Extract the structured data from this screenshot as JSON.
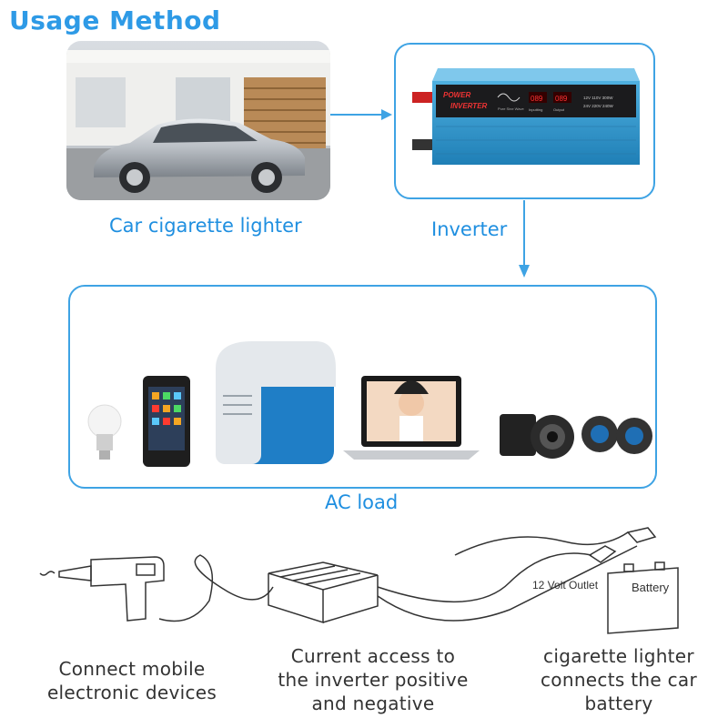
{
  "title": "Usage Method",
  "top": {
    "car_label": "Car cigarette lighter",
    "inverter_label": "Inverter",
    "inverter_panel": {
      "brand_line1": "POWER",
      "brand_line2": "INVERTER",
      "wave_caption": "Pure Sine Wave",
      "input_display": "089",
      "output_display": "089",
      "input_caption": "Inputting",
      "output_caption": "Output",
      "spec_rows": [
        "12V  110V  300W",
        "24V  220V  240W"
      ]
    }
  },
  "ac_load": {
    "label": "AC load",
    "devices": [
      "light-bulb",
      "smartphone",
      "car-fridge",
      "laptop",
      "camera",
      "speakers"
    ]
  },
  "wiring": {
    "battery_label": "Battery",
    "outlet_label": "12 Volt Outlet"
  },
  "captions": {
    "left": [
      "Connect mobile",
      "electronic devices"
    ],
    "middle": [
      "Current access to",
      "the inverter positive",
      "and negative"
    ],
    "right": [
      "cigarette lighter",
      "connects the car",
      "battery"
    ]
  },
  "colors": {
    "accent": "#3ea3e4",
    "title": "#2e9ae6",
    "inverter_body": "#2a8fc4"
  }
}
